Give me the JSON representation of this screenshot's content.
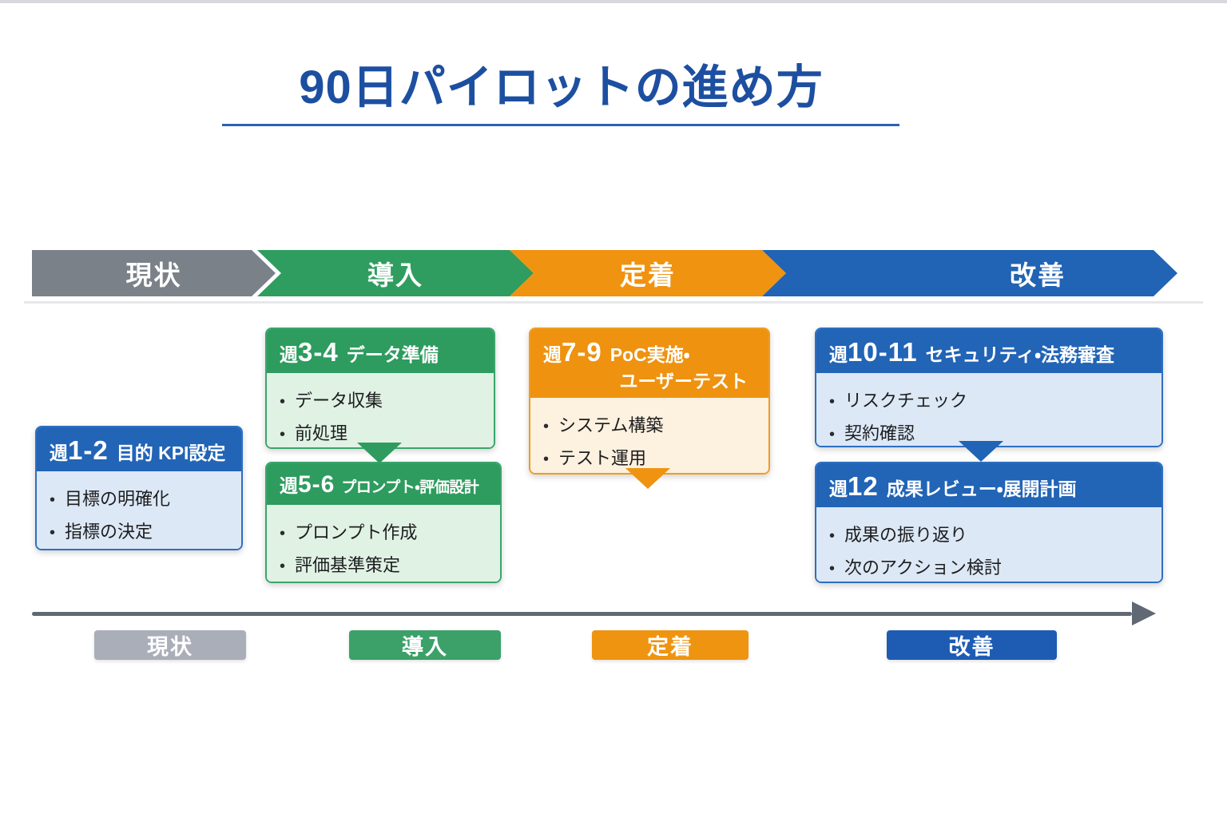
{
  "title": {
    "text": "90日パイロットの進め方"
  },
  "phases": [
    {
      "id": "current-state",
      "label": "現状",
      "color": "#7b8189",
      "badge_color": "#a9aeb8"
    },
    {
      "id": "introduction",
      "label": "導入",
      "color": "#2f9d5f",
      "badge_color": "#3ba169"
    },
    {
      "id": "establishment",
      "label": "定着",
      "color": "#f09310",
      "badge_color": "#ef9410"
    },
    {
      "id": "improvement",
      "label": "改善",
      "color": "#2163b4",
      "badge_color": "#1e5cb4"
    }
  ],
  "cards": [
    {
      "week_prefix": "週",
      "week_num": "1-2",
      "title": "目的  KPI設定",
      "theme": "blue",
      "bullets": [
        "目標の明確化",
        "指標の決定"
      ]
    },
    {
      "week_prefix": "週",
      "week_num": "3-4",
      "title": "データ準備",
      "theme": "green",
      "bullets": [
        "データ収集",
        "前処理"
      ]
    },
    {
      "week_prefix": "週",
      "week_num": "5-6",
      "title": "プロンプト・評価設計",
      "theme": "green",
      "bullets": [
        "プロンプト作成",
        "評価基準策定"
      ]
    },
    {
      "week_prefix": "週",
      "week_num": "7-9",
      "title": "PoC実施・",
      "title_line2": "ユーザーテスト",
      "theme": "orange",
      "bullets": [
        "システム構築",
        "テスト運用"
      ]
    },
    {
      "week_prefix": "週",
      "week_num": "10-11",
      "title": "セキュリティ・法務審査",
      "theme": "blue",
      "bullets": [
        "リスクチェック",
        "契約確認"
      ]
    },
    {
      "week_prefix": "週",
      "week_num": "12",
      "title": "成果レビュー・展開計画",
      "theme": "blue",
      "bullets": [
        "成果の振り返り",
        "次のアクション検討"
      ]
    }
  ],
  "colors": {
    "title_blue": "#1d4fa1",
    "underline_blue": "#2a63af",
    "axis_gray": "#5f6873",
    "card_blue_header": "#2264b6",
    "card_blue_body": "#dce8f6",
    "card_green_header": "#2d9c5e",
    "card_green_body": "#e0f2e4",
    "card_orange_header": "#ee9210",
    "card_orange_body": "#fdf1df"
  }
}
